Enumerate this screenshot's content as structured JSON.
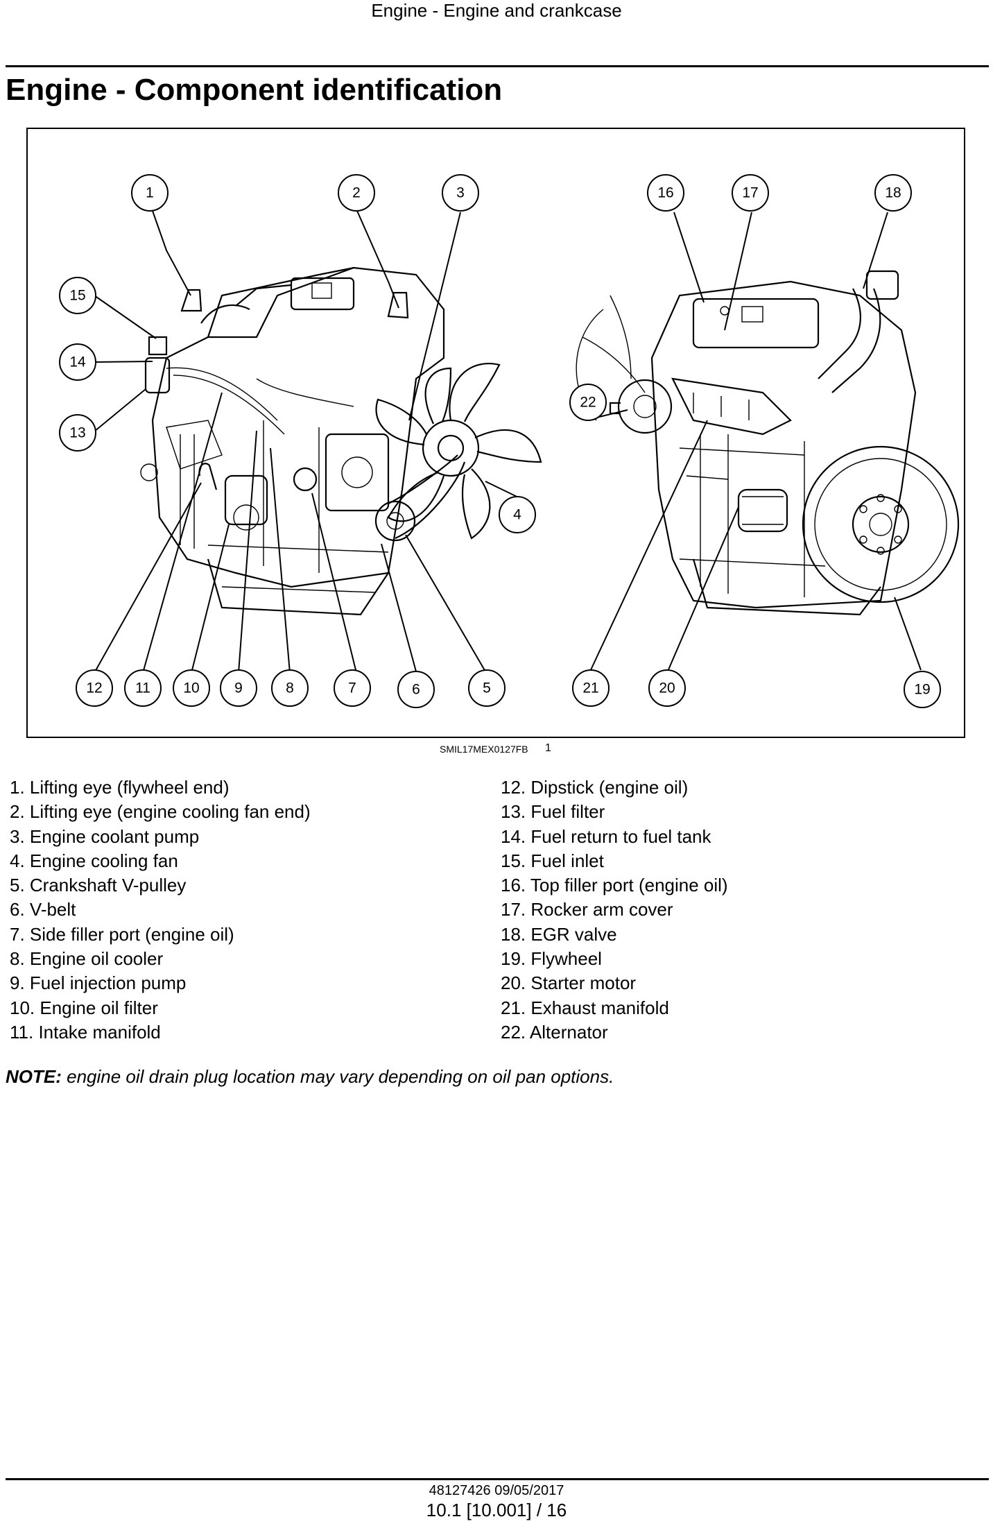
{
  "header": {
    "section_title": "Engine - Engine and crankcase"
  },
  "page_title": "Engine - Component identification",
  "figure": {
    "reference_code": "SMIL17MEX0127FB",
    "figure_number": "1",
    "callouts": [
      "1",
      "2",
      "3",
      "4",
      "5",
      "6",
      "7",
      "8",
      "9",
      "10",
      "11",
      "12",
      "13",
      "14",
      "15",
      "16",
      "17",
      "18",
      "19",
      "20",
      "21",
      "22"
    ]
  },
  "legend": {
    "left": [
      "1.  Lifting eye (flywheel end)",
      "2.  Lifting eye (engine cooling fan end)",
      "3.  Engine coolant pump",
      "4.  Engine cooling fan",
      "5.  Crankshaft V-pulley",
      "6.  V-belt",
      "7.  Side filler port (engine oil)",
      "8.  Engine oil cooler",
      "9.  Fuel injection pump",
      "10.  Engine oil filter",
      "11.  Intake manifold"
    ],
    "right": [
      "12.  Dipstick (engine oil)",
      "13.  Fuel filter",
      "14.  Fuel return to fuel tank",
      "15.  Fuel inlet",
      "16.  Top filler port (engine oil)",
      "17.  Rocker arm cover",
      "18.  EGR valve",
      "19.  Flywheel",
      "20.  Starter motor",
      "21.  Exhaust manifold",
      "22.  Alternator"
    ]
  },
  "note": {
    "label": "NOTE:",
    "text": " engine oil drain plug location may vary depending on oil pan options."
  },
  "footer": {
    "doc_id": "48127426 09/05/2017",
    "page_ref": "10.1 [10.001] / 16"
  }
}
